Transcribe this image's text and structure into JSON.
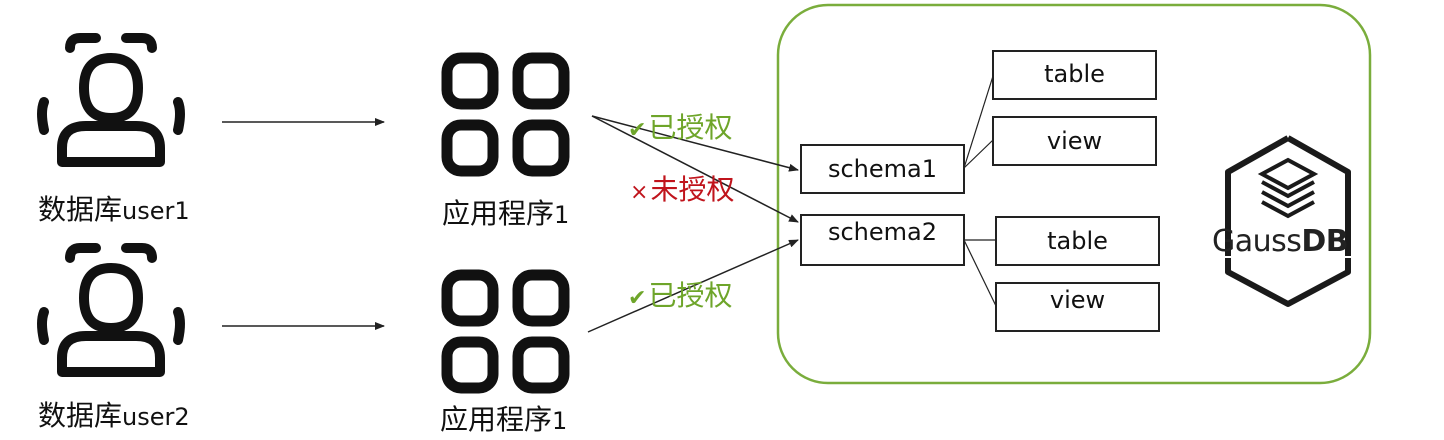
{
  "users": [
    {
      "label": "数据库",
      "suffix": "user1"
    },
    {
      "label": "数据库",
      "suffix": "user2"
    }
  ],
  "apps": [
    {
      "label": "应用程序",
      "suffix": "1"
    },
    {
      "label": "应用程序",
      "suffix": "1"
    }
  ],
  "permissions": [
    {
      "mark": "✔",
      "text": "已授权"
    },
    {
      "mark": "×",
      "text": "未授权"
    },
    {
      "mark": "✔",
      "text": "已授权"
    }
  ],
  "schemas": [
    {
      "name": "schema1",
      "children": [
        "table",
        "view"
      ]
    },
    {
      "name": "schema2",
      "children": [
        "table",
        "view"
      ]
    }
  ],
  "brand": {
    "part1": "Gauss",
    "part2": "DB"
  },
  "colors": {
    "granted": "#6ea52a",
    "denied": "#c0141c",
    "container_border": "#7aad3c",
    "line": "#222222"
  }
}
